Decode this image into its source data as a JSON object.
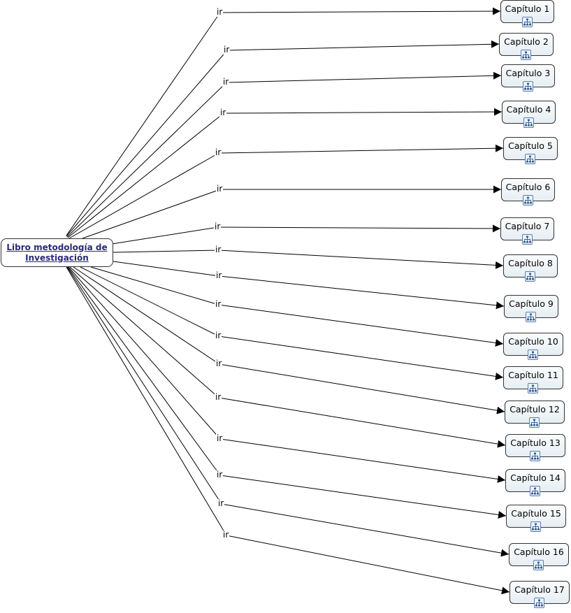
{
  "root": {
    "label": "Libro metodología de \nInvestigación"
  },
  "link_label": "ir",
  "chapters": [
    {
      "label": "Capítulo 1",
      "icon": "concept-map-icon"
    },
    {
      "label": "Capítulo 2",
      "icon": "concept-map-icon"
    },
    {
      "label": "Capítulo 3",
      "icon": "concept-map-icon"
    },
    {
      "label": "Capítulo 4",
      "icon": "concept-map-icon"
    },
    {
      "label": "Capítulo 5",
      "icon": "concept-map-icon"
    },
    {
      "label": "Capítulo 6",
      "icon": "concept-map-icon"
    },
    {
      "label": "Capítulo 7",
      "icon": "concept-map-icon"
    },
    {
      "label": "Capítulo 8",
      "icon": "concept-map-icon"
    },
    {
      "label": "Capítulo 9",
      "icon": "concept-map-icon"
    },
    {
      "label": "Capítulo 10",
      "icon": "concept-map-icon"
    },
    {
      "label": "Capítulo 11",
      "icon": "concept-map-icon"
    },
    {
      "label": "Capítulo 12",
      "icon": "concept-map-icon"
    },
    {
      "label": "Capítulo 13",
      "icon": "concept-map-icon"
    },
    {
      "label": "Capítulo 14",
      "icon": "concept-map-icon"
    },
    {
      "label": "Capítulo 15",
      "icon": "concept-map-icon"
    },
    {
      "label": "Capítulo 16",
      "icon": "concept-map-icon"
    },
    {
      "label": "Capítulo 17",
      "icon": "concept-map-icon"
    }
  ],
  "colors": {
    "line": "#000000",
    "node_border": "#333333",
    "root_link": "#2a2a7a",
    "icon_blue": "#5a7fb0"
  }
}
